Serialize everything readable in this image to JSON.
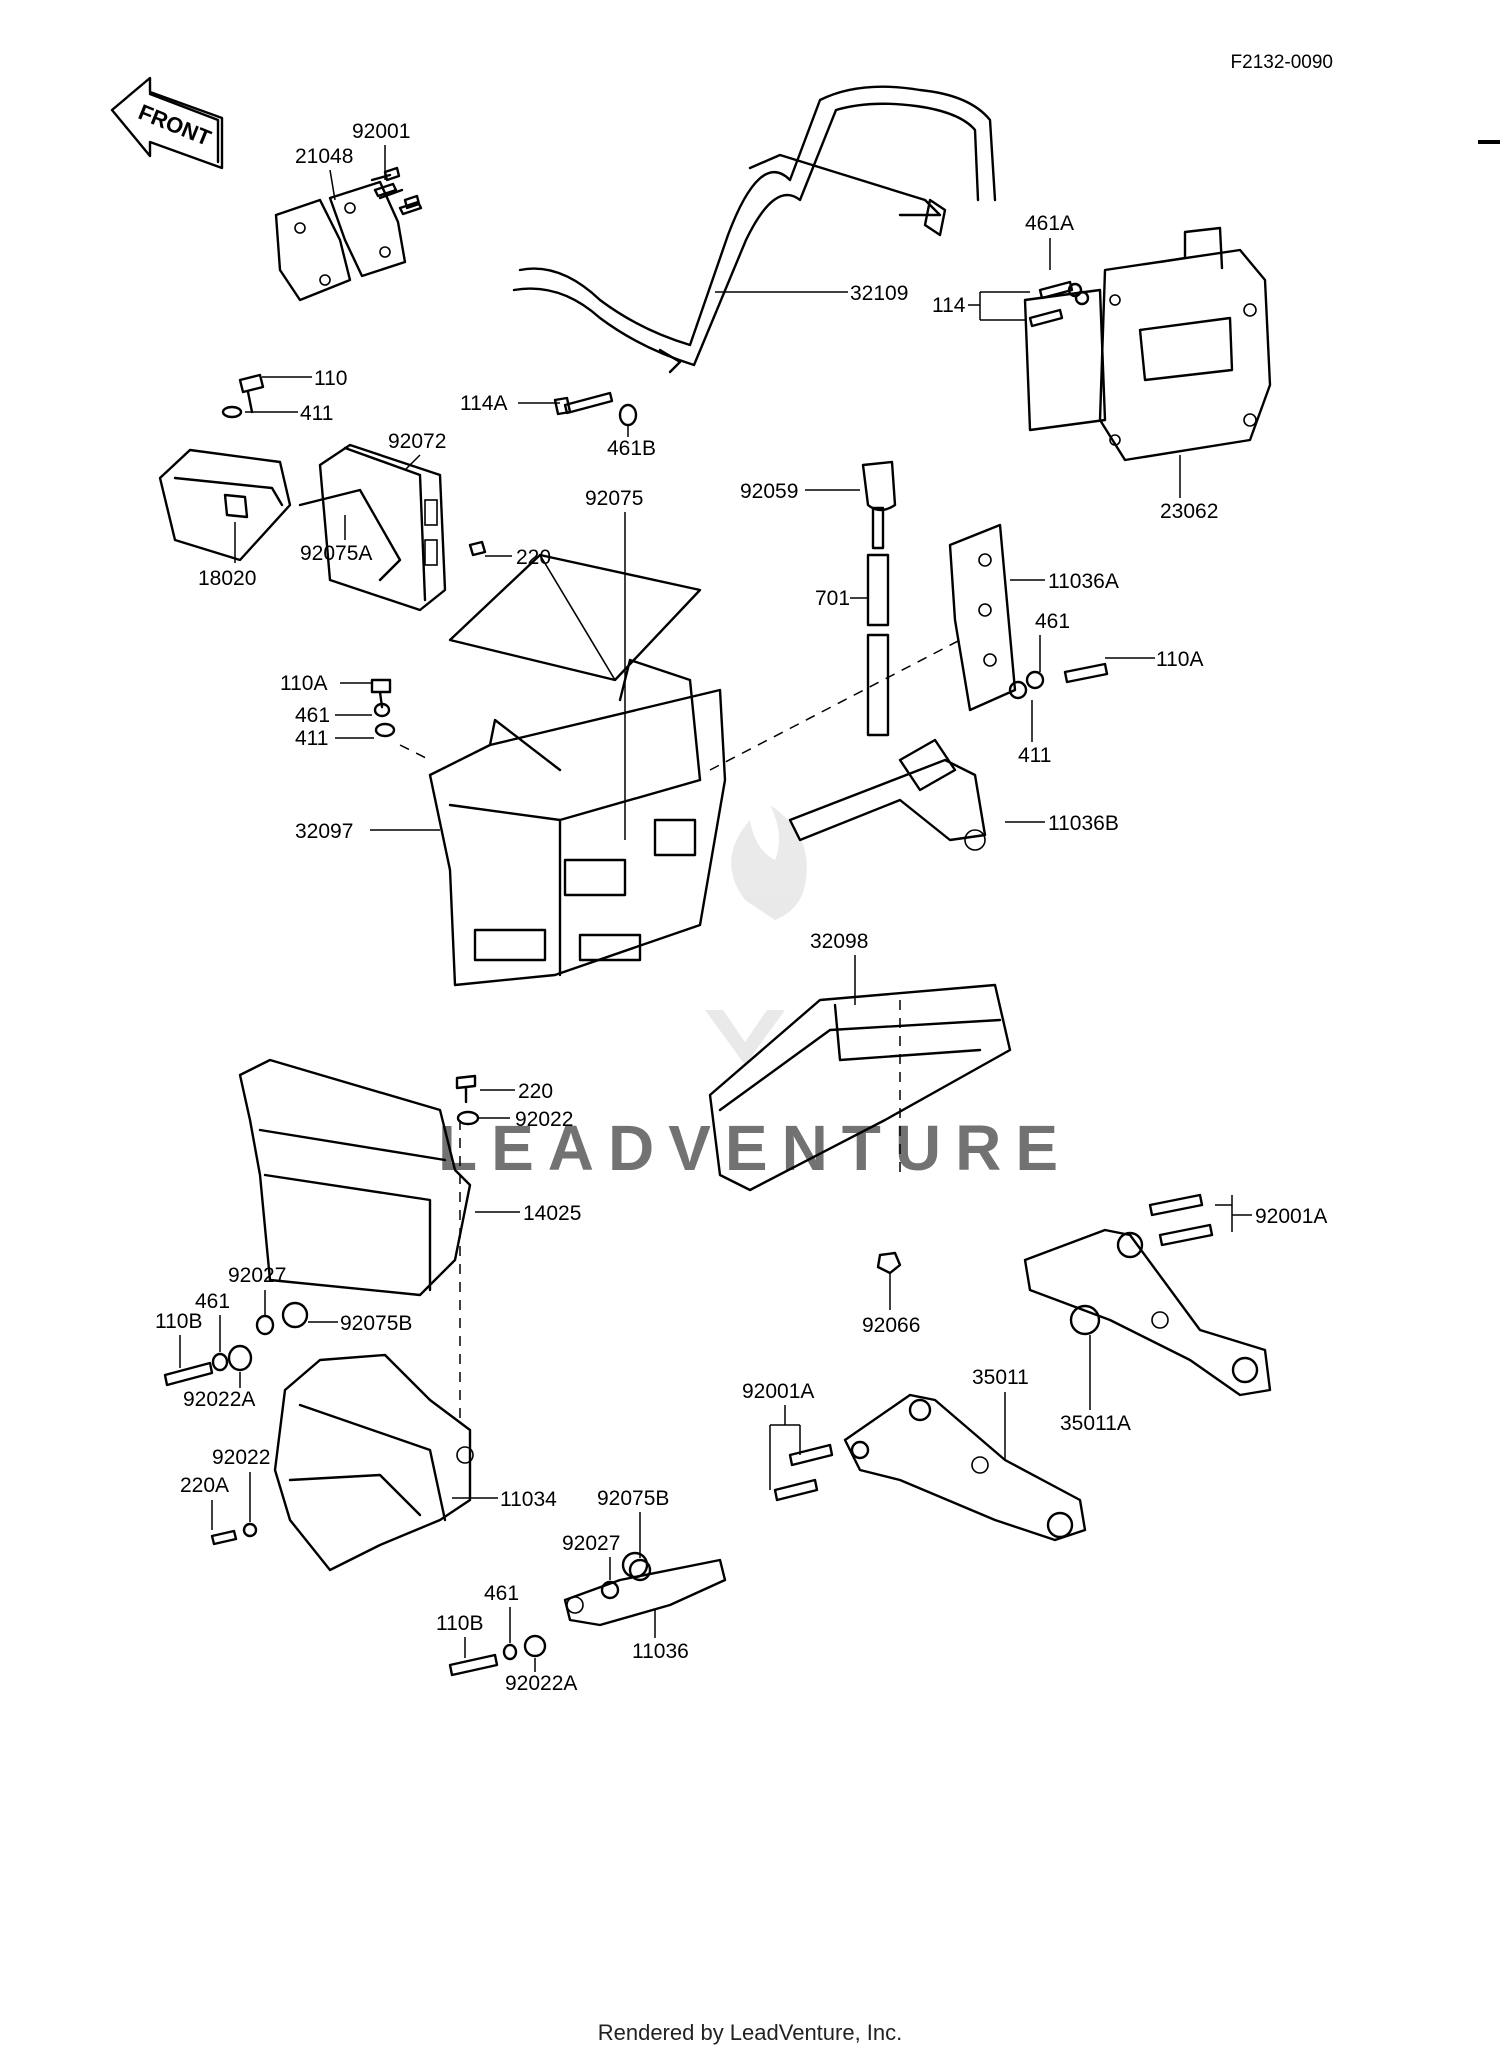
{
  "doc_code": "F2132-0090",
  "front_arrow": "FRONT",
  "watermark": "LEADVENTURE",
  "footer": "Rendered by LeadVenture, Inc.",
  "labels": {
    "p92001": "92001",
    "p21048": "21048",
    "p32109": "32109",
    "p461A": "461A",
    "p114": "114",
    "p110": "110",
    "p411a": "411",
    "p114A": "114A",
    "p461B": "461B",
    "p92072": "92072",
    "p23062": "23062",
    "p92075": "92075",
    "p92059": "92059",
    "p220a": "220",
    "p18020": "18020",
    "p92075A": "92075A",
    "p11036A": "11036A",
    "p701": "701",
    "p461a": "461",
    "p110Aa": "110A",
    "p110Ab": "110A",
    "p461b": "461",
    "p411b": "411",
    "p411c": "411",
    "p32097": "32097",
    "p11036B": "11036B",
    "p32098": "32098",
    "p220b": "220",
    "p92022a": "92022",
    "p14025": "14025",
    "p92001Aa": "92001A",
    "p92027a": "92027",
    "p461c": "461",
    "p110Ba": "110B",
    "p92075Ba": "92075B",
    "p92066": "92066",
    "p92022Aa": "92022A",
    "p35011": "35011",
    "p35011A": "35011A",
    "p92001Ab": "92001A",
    "p92022b": "92022",
    "p220A": "220A",
    "p11034": "11034",
    "p92075Bb": "92075B",
    "p92027b": "92027",
    "p461d": "461",
    "p110Bb": "110B",
    "p11036": "11036",
    "p92022Ab": "92022A"
  }
}
